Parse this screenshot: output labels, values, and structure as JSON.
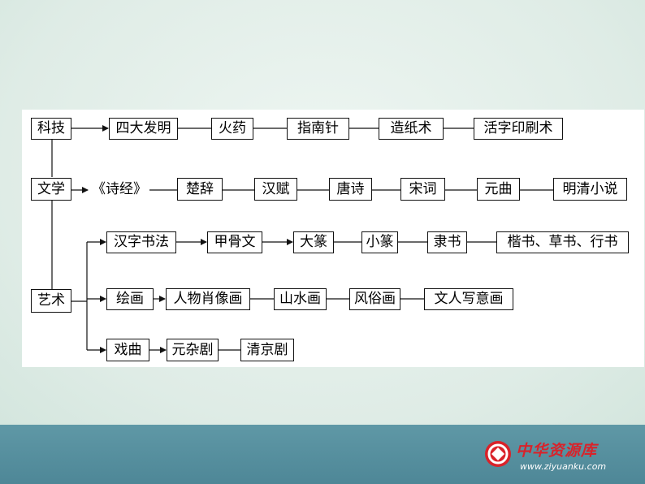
{
  "diagram": {
    "science": {
      "category": "科技",
      "items": [
        "四大发明",
        "火药",
        "指南针",
        "造纸术",
        "活字印刷术"
      ]
    },
    "literature": {
      "category": "文学",
      "items": [
        "《诗经》",
        "楚辞",
        "汉赋",
        "唐诗",
        "宋词",
        "元曲",
        "明清小说"
      ]
    },
    "art": {
      "category": "艺术",
      "calligraphy": [
        "汉字书法",
        "甲骨文",
        "大篆",
        "小篆",
        "隶书",
        "楷书、草书、行书"
      ],
      "painting": [
        "绘画",
        "人物肖像画",
        "山水画",
        "风俗画",
        "文人写意画"
      ],
      "opera": [
        "戏曲",
        "元杂剧",
        "清京剧"
      ]
    }
  },
  "logo": {
    "text": "中华资源库",
    "url": "www.ziyuanku.com"
  },
  "colors": {
    "footer_band": "#5a93a2",
    "logo_red": "#d9222a"
  }
}
